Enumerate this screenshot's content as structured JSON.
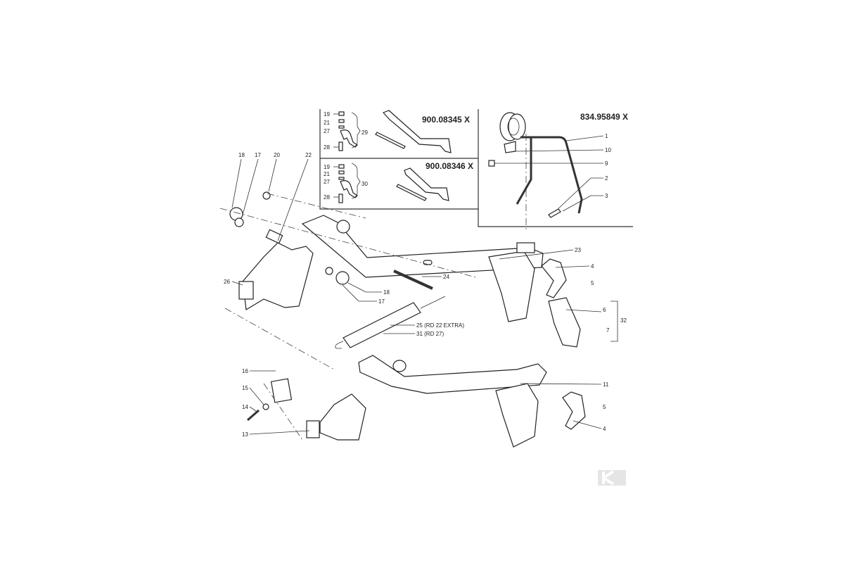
{
  "kits": {
    "kit1_code": "900.08345 X",
    "kit2_code": "900.08346 X",
    "tine_code": "834.95849 X"
  },
  "labels": {
    "k1_19": "19",
    "k1_21": "21",
    "k1_27": "27",
    "k1_28": "28",
    "k1_29": "29",
    "k2_19": "19",
    "k2_21": "21",
    "k2_27": "27",
    "k2_28": "28",
    "k2_30": "30",
    "t1": "1",
    "t10": "10",
    "t9": "9",
    "t2": "2",
    "t3": "3",
    "l18a": "18",
    "l17a": "17",
    "l20": "20",
    "l22": "22",
    "l26": "26",
    "l17b": "17",
    "l18b": "18",
    "l24": "24",
    "l25": "25 (RD 22 EXTRA)",
    "l31": "31 (RD 27)",
    "l23": "23",
    "l4a": "4",
    "l5a": "5",
    "l6": "6",
    "l7": "7",
    "l32": "32",
    "l16": "16",
    "l15": "15",
    "l14": "14",
    "l13": "13",
    "l11": "11",
    "l5b": "5",
    "l4b": "4"
  },
  "logo": "K"
}
